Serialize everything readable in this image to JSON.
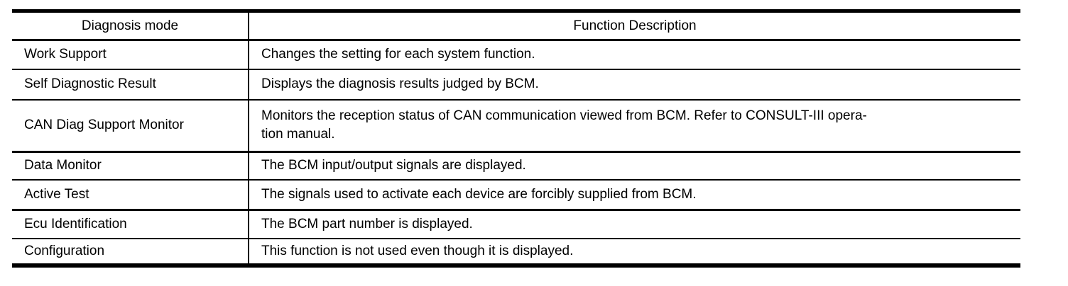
{
  "colors": {
    "background": "#ffffff",
    "text": "#000000",
    "rule": "#000000"
  },
  "table": {
    "header": {
      "mode": "Diagnosis mode",
      "description": "Function Description"
    },
    "rows": [
      {
        "mode": "Work Support",
        "description": "Changes the setting for each system function."
      },
      {
        "mode": "Self Diagnostic Result",
        "description": "Displays the diagnosis results judged by BCM."
      },
      {
        "mode": "CAN Diag Support Monitor",
        "description": "Monitors the reception status of CAN communication viewed from BCM. Refer to CONSULT-III opera-\ntion manual."
      },
      {
        "mode": "Data Monitor",
        "description": "The BCM input/output signals are displayed."
      },
      {
        "mode": "Active Test",
        "description": "The signals used to activate each device are forcibly supplied from BCM."
      },
      {
        "mode": "Ecu Identification",
        "description": "The BCM part number is displayed."
      },
      {
        "mode": "Configuration",
        "description": "This function is not used even though it is displayed."
      }
    ]
  }
}
